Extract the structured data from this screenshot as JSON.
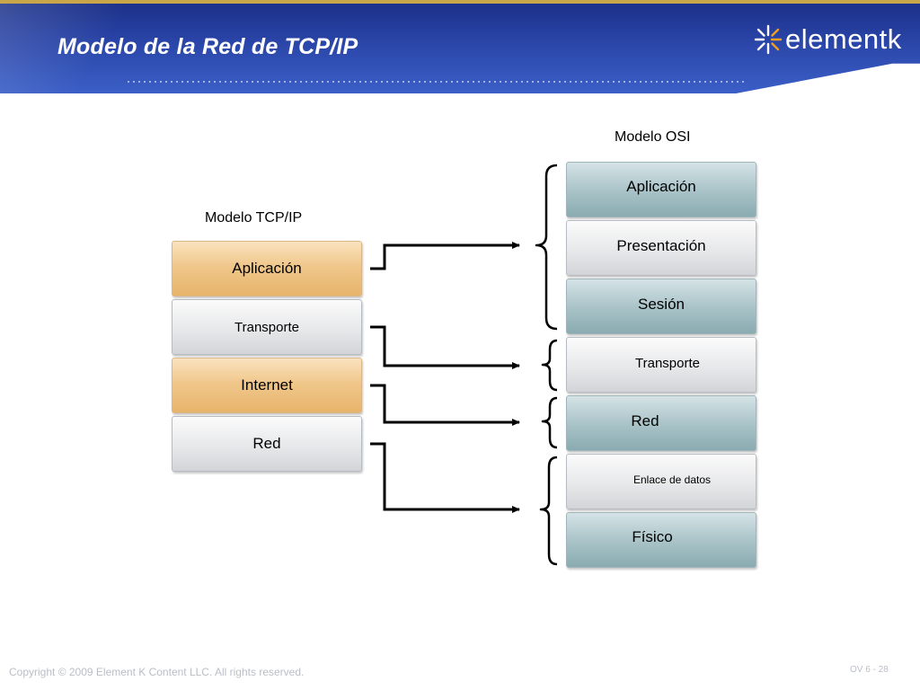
{
  "header": {
    "title": "Modelo de la Red de TCP/IP",
    "logo_text": "elementk",
    "logo_icon": "starburst-icon",
    "brand_color": "#1f3a93"
  },
  "diagram": {
    "tcp_title": "Modelo TCP/IP",
    "osi_title": "Modelo OSI",
    "tcp_layers": [
      {
        "label": "Aplicación",
        "color": "#f0c78b"
      },
      {
        "label": "Transporte",
        "color": "#e3e4e6"
      },
      {
        "label": "Internet",
        "color": "#f0c78b"
      },
      {
        "label": "Red",
        "color": "#e3e4e6"
      }
    ],
    "osi_layers": [
      {
        "label": "Aplicación",
        "color": "#a7c2c7"
      },
      {
        "label": "Presentación",
        "color": "#e3e4e6"
      },
      {
        "label": "Sesión",
        "color": "#a7c2c7"
      },
      {
        "label": "Transporte",
        "color": "#e3e4e6"
      },
      {
        "label": "Red",
        "color": "#a7c2c7"
      },
      {
        "label": "Enlace de datos",
        "color": "#e3e4e6"
      },
      {
        "label": "Físico",
        "color": "#a7c2c7"
      }
    ],
    "mapping": [
      {
        "tcp": "Aplicación",
        "osi": [
          "Aplicación",
          "Presentación",
          "Sesión"
        ]
      },
      {
        "tcp": "Transporte",
        "osi": [
          "Transporte"
        ]
      },
      {
        "tcp": "Internet",
        "osi": [
          "Red"
        ]
      },
      {
        "tcp": "Red",
        "osi": [
          "Enlace de datos",
          "Físico"
        ]
      }
    ]
  },
  "footer": {
    "copyright": "Copyright © 2009 Element K Content LLC. All rights reserved.",
    "page_ref": "OV 6 - 28"
  }
}
